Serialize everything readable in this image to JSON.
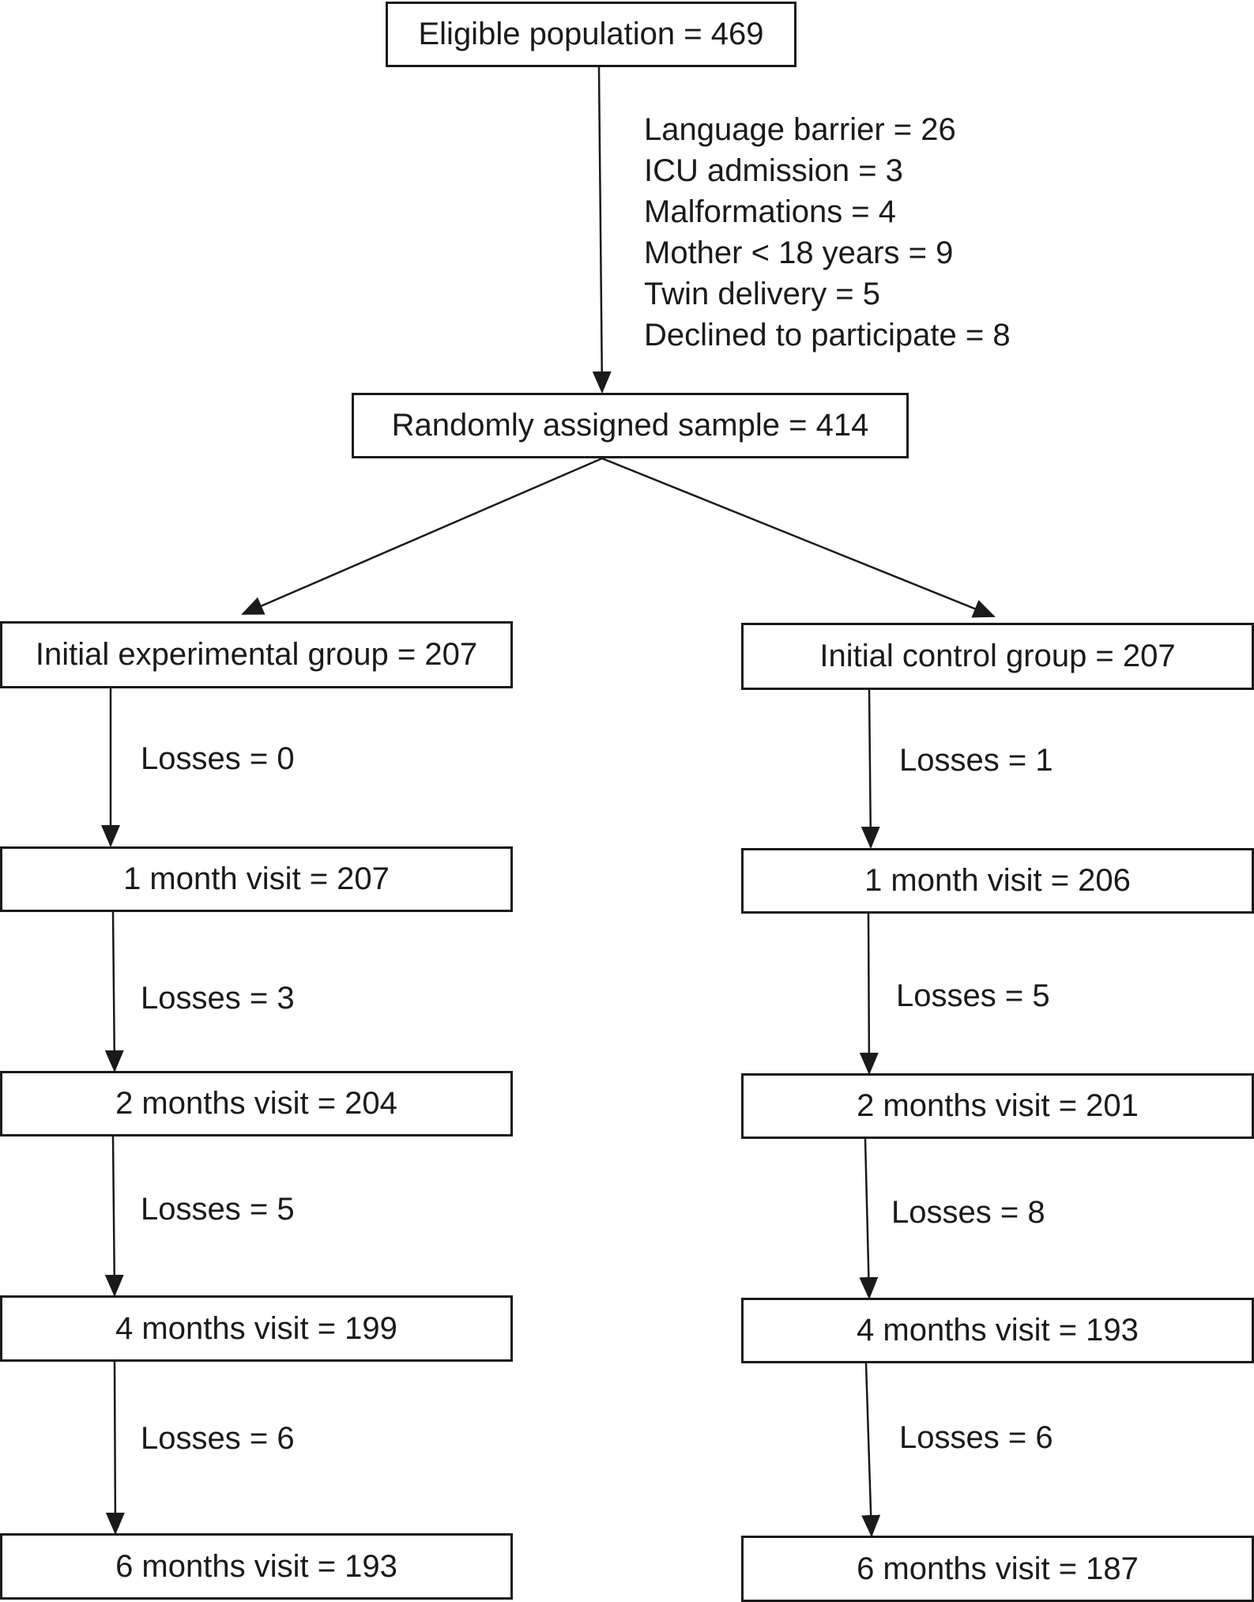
{
  "top": {
    "eligible": "Eligible population =  469",
    "exclusions": [
      "Language barrier = 26",
      "ICU admission = 3",
      "Malformations = 4",
      "Mother < 18 years = 9",
      "Twin delivery = 5",
      "Declined to participate = 8"
    ],
    "randomized": "Randomly assigned sample = 414"
  },
  "experimental": {
    "initial": "Initial experimental group = 207",
    "visits": [
      "1 month visit = 207",
      "2 months visit = 204",
      "4 months visit = 199",
      "6 months visit = 193"
    ],
    "losses": [
      "Losses = 0",
      "Losses = 3",
      "Losses = 5",
      "Losses = 6"
    ]
  },
  "control": {
    "initial": "Initial control group = 207",
    "visits": [
      "1 month visit = 206",
      "2 months visit = 201",
      "4 months visit = 193",
      "6 months visit = 187"
    ],
    "losses": [
      "Losses = 1",
      "Losses = 5",
      "Losses = 8",
      "Losses = 6"
    ]
  }
}
